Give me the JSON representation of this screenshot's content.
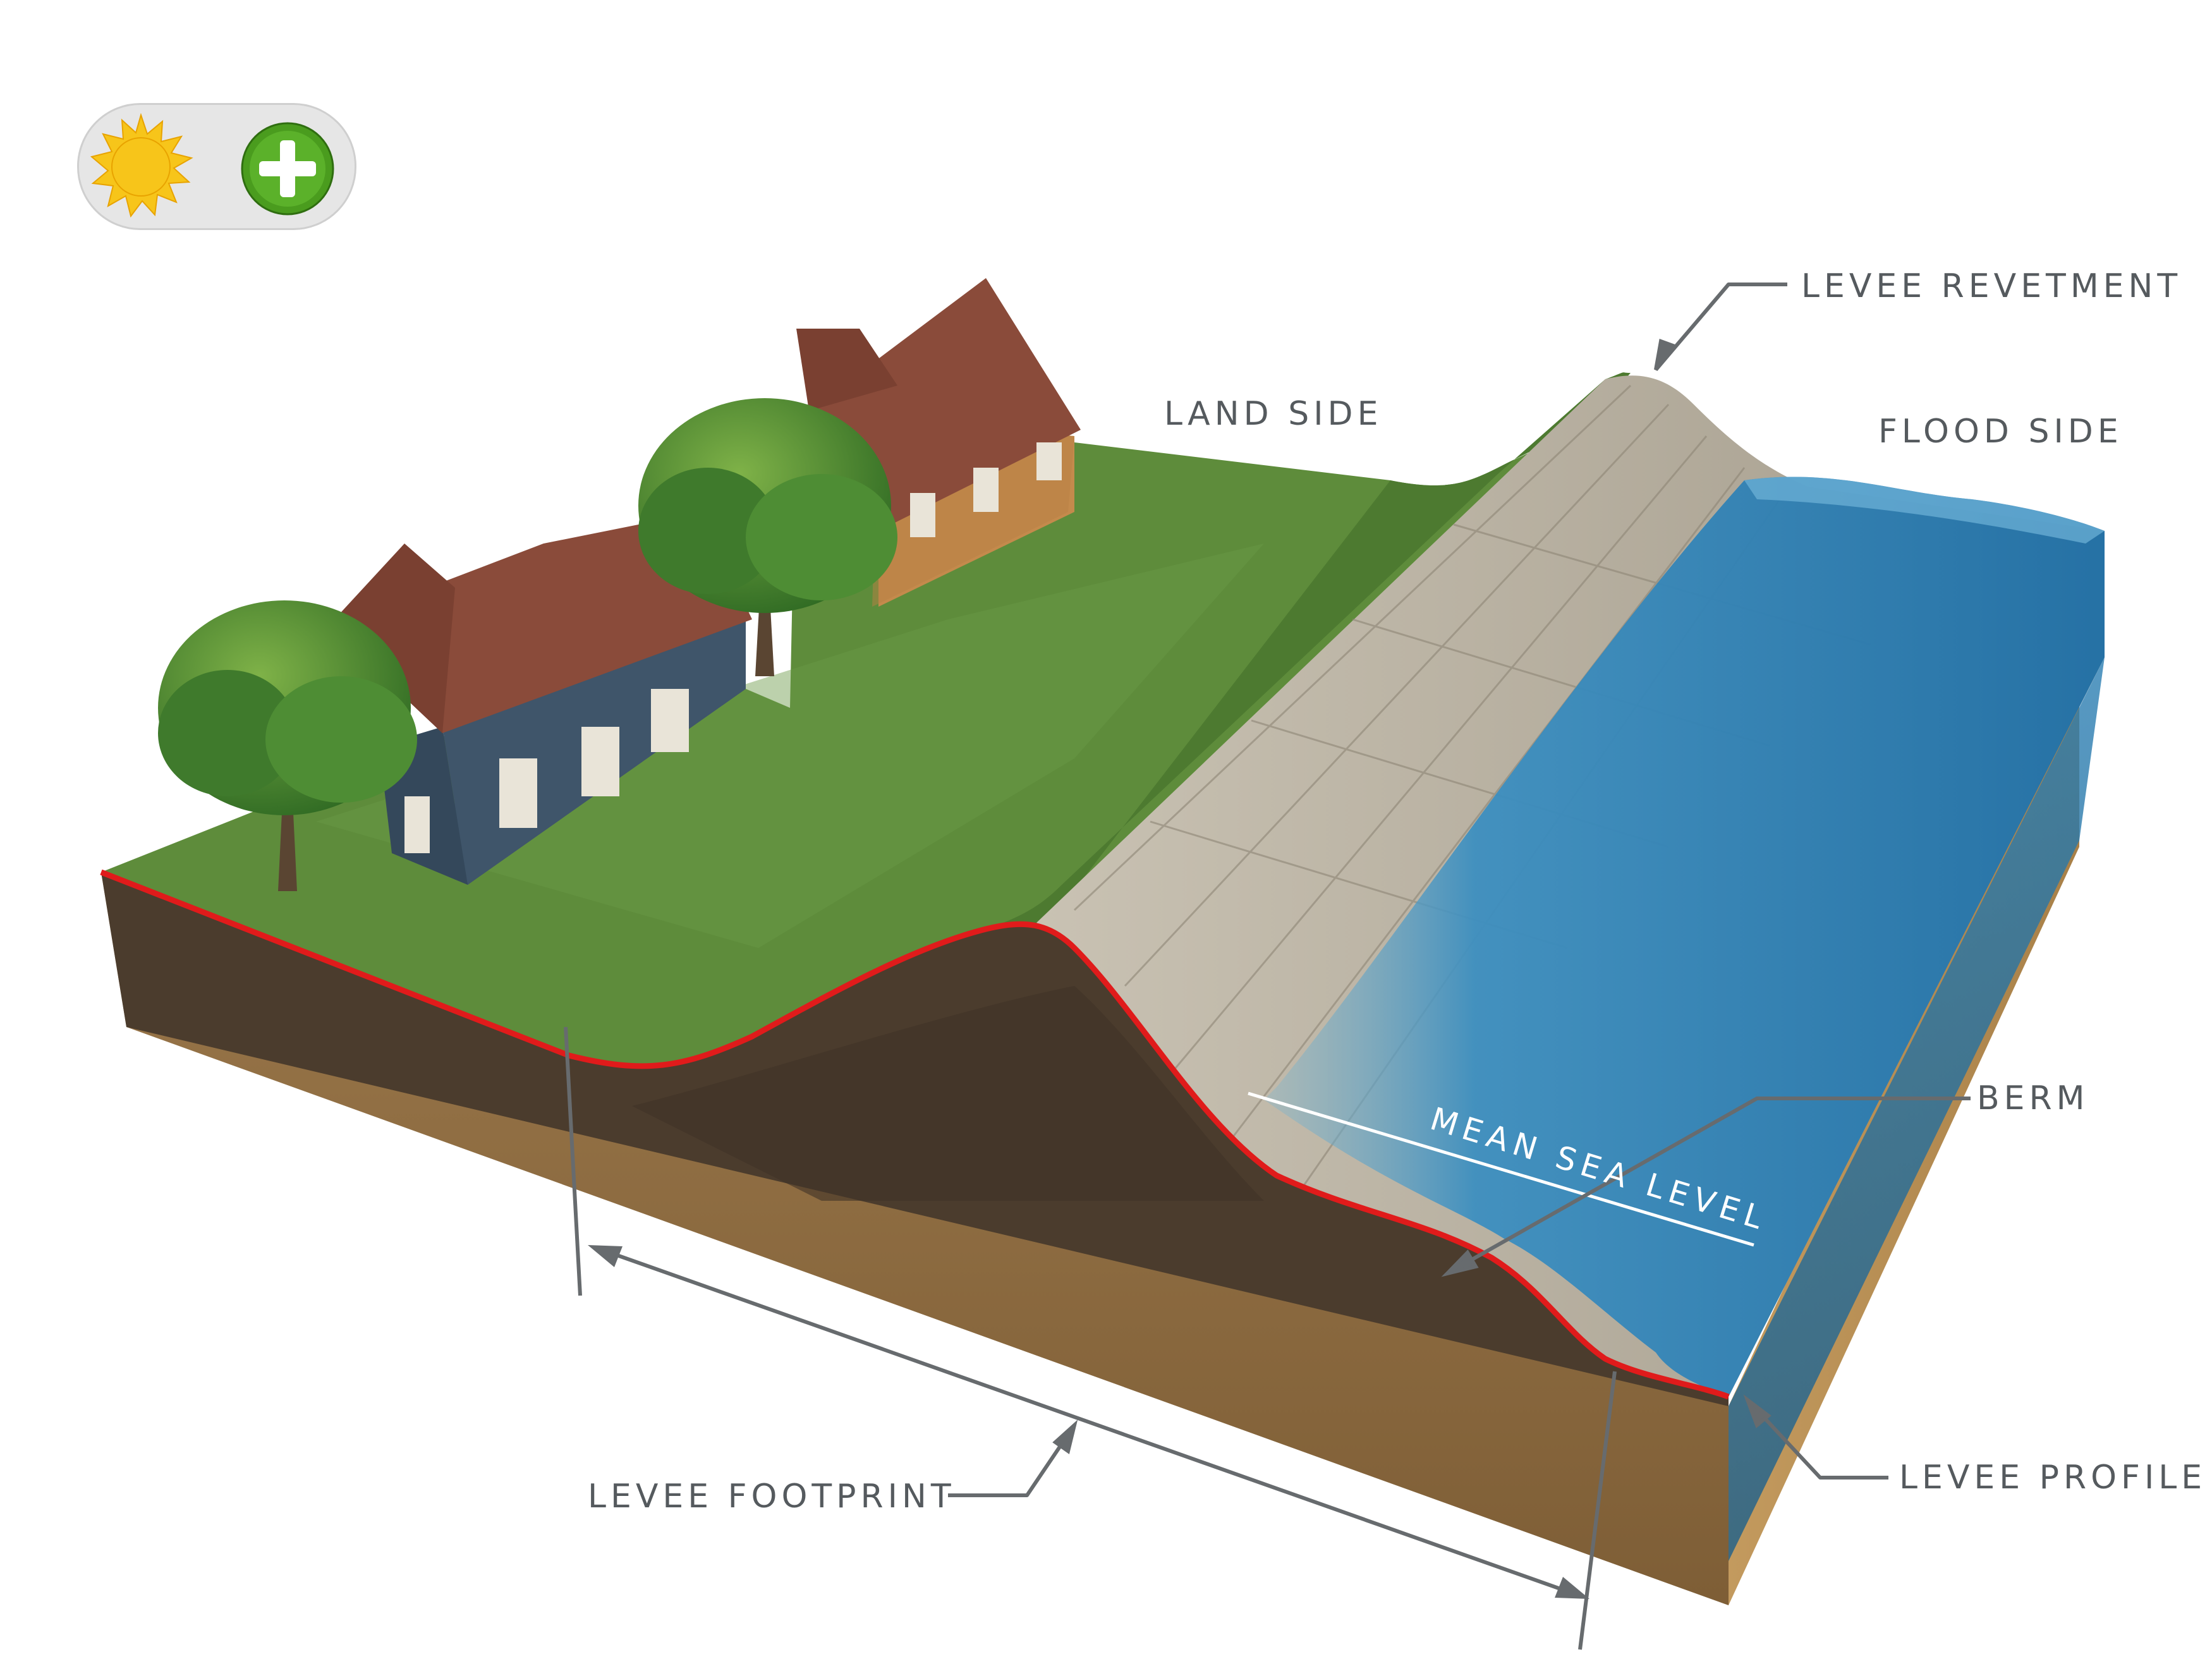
{
  "controls": {
    "sun_icon": "sun-icon",
    "plus_icon": "plus-icon",
    "sun_color": "#f7c51a",
    "plus_color": "#4a9c1e"
  },
  "labels": {
    "levee_revetment": "LEVEE REVETMENT",
    "land_side": "LAND SIDE",
    "flood_side": "FLOOD SIDE",
    "berm": "BERM",
    "mean_sea_level": "MEAN SEA LEVEL",
    "levee_footprint": "LEVEE FOOTPRINT",
    "levee_profile": "LEVEE PROFILE"
  },
  "colors": {
    "grass": "#5c8a3a",
    "soil": "#8c6a3e",
    "levee_core": "#4a3b2c",
    "revetment": "#b3ab9c",
    "water": "#2a7fb0",
    "profile_line": "#e01b1b",
    "house_roof": "#8a4b3a",
    "house_wall_blue": "#3f556a",
    "house_wall_tan": "#c48a4c"
  }
}
